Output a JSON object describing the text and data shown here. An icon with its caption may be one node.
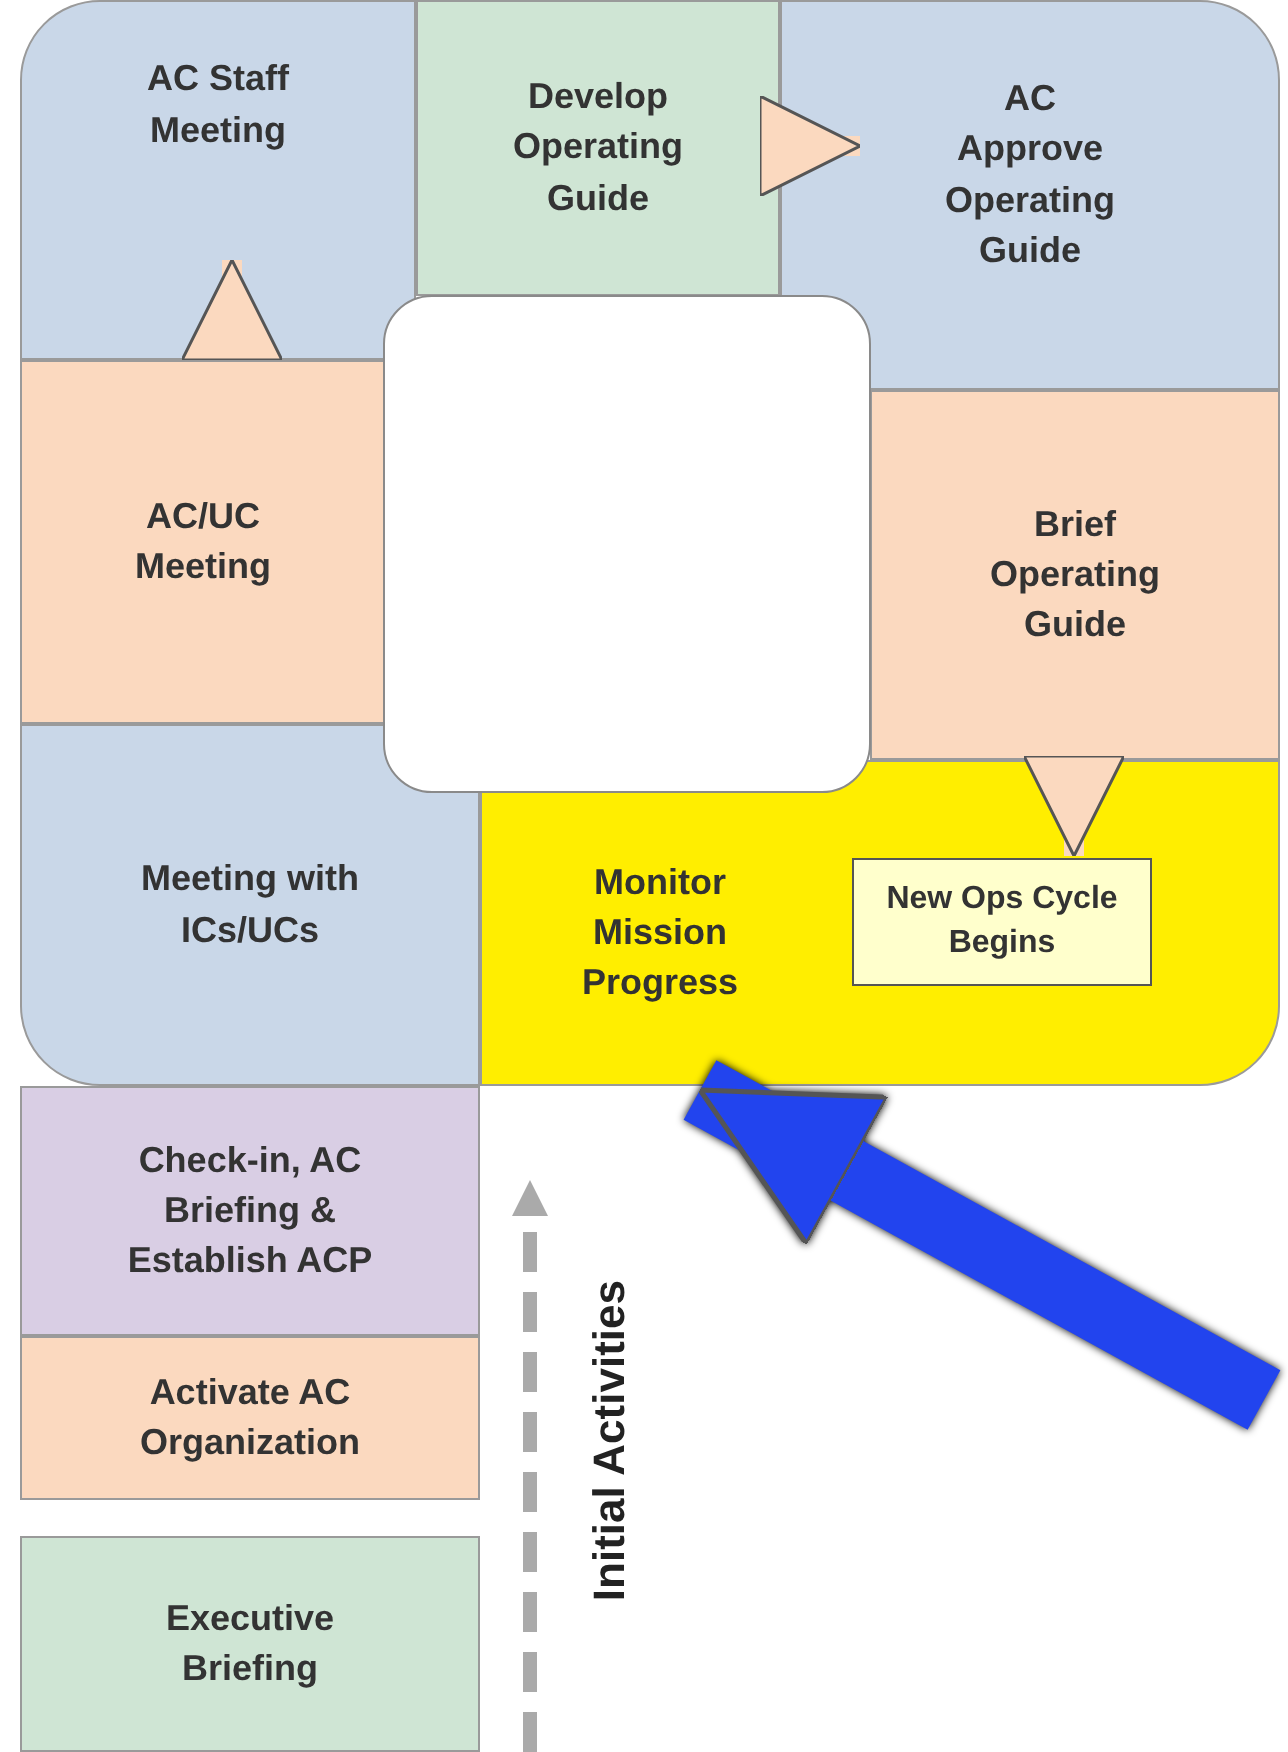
{
  "diagram": {
    "nodes": [
      {
        "text": [
          "AC Staff Meeting"
        ]
      },
      {
        "text": [
          "Develop Operating Guide"
        ]
      },
      {
        "text": [
          "AC Approve Operating Guide"
        ]
      },
      {
        "text": [
          "AC/UC Meeting"
        ]
      },
      {
        "text": [
          "Brief Operating Guide"
        ]
      },
      {
        "text": [
          "Meeting with ICs/UCs"
        ]
      },
      {
        "text": [
          "Monitor Mission Progress"
        ]
      },
      {
        "text": [
          "New Ops Cycle Begins"
        ],
        "in": 6
      },
      {
        "text": [
          "Check-in, AC Briefing & Establish ACP"
        ]
      },
      {
        "text": [
          "Activate AC Organization"
        ]
      },
      {
        "text": [
          "Executive Briefing"
        ]
      }
    ],
    "edges": [
      {
        "from": 3,
        "to": 0,
        "arrow": "to"
      },
      {
        "from": 1,
        "to": 2,
        "arrow": "to"
      },
      {
        "from": 4,
        "to": 7,
        "arrow": "to"
      },
      {
        "from": null,
        "to": 6,
        "arrow": "to",
        "style": "thick",
        "color": "#2244ee"
      }
    ],
    "labels": [
      "Initial Activities"
    ]
  }
}
